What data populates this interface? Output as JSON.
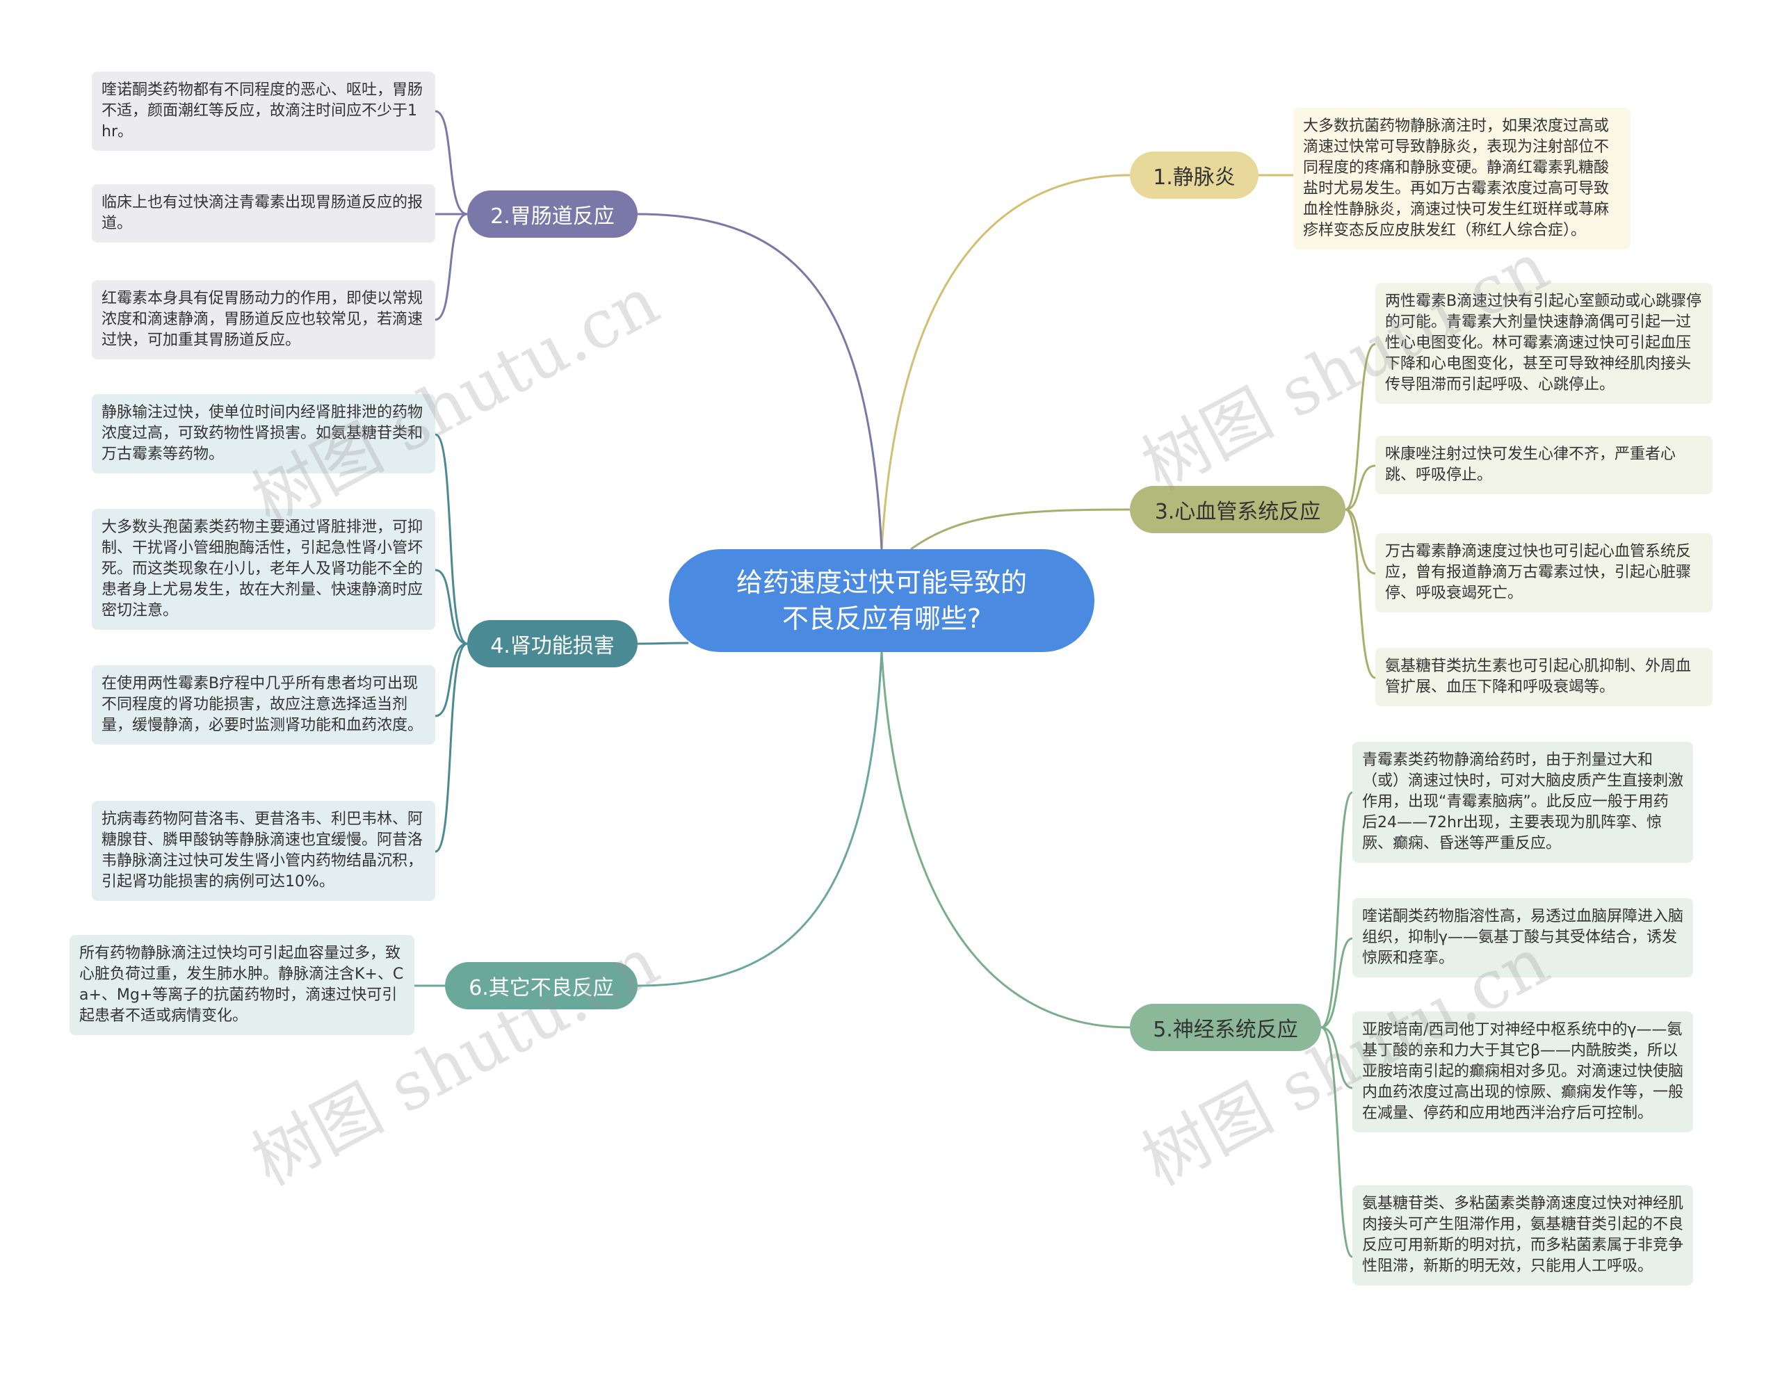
{
  "root": {
    "line1": "给药速度过快可能导致的",
    "line2": "不良反应有哪些?"
  },
  "branches": {
    "b1": {
      "label": "1.静脉炎",
      "color": "#e8d89a",
      "line": "#d2bf72",
      "leaf_bg": "#fbf8e6"
    },
    "b2": {
      "label": "2.胃肠道反应",
      "color": "#7a78a8",
      "text": "#ffffff",
      "line": "#7a78a8",
      "leaf_bg": "#ebebf0"
    },
    "b3": {
      "label": "3.心血管系统反应",
      "color": "#b3b97a",
      "line": "#a8ae6c",
      "leaf_bg": "#f3f4e8"
    },
    "b4": {
      "label": "4.肾功能损害",
      "color": "#4a8a94",
      "text": "#ffffff",
      "line": "#4a8a94",
      "leaf_bg": "#e3eef0"
    },
    "b5": {
      "label": "5.神经系统反应",
      "color": "#8ab898",
      "line": "#7aae8a",
      "leaf_bg": "#e7f1ea"
    },
    "b6": {
      "label": "6.其它不良反应",
      "color": "#6aa89a",
      "text": "#ffffff",
      "line": "#6aa89a",
      "leaf_bg": "#e3efec"
    }
  },
  "leaves": {
    "b1_0": "大多数抗菌药物静脉滴注时，如果浓度过高或滴速过快常可导致静脉炎，表现为注射部位不同程度的疼痛和静脉变硬。静滴红霉素乳糖酸盐时尤易发生。再如万古霉素浓度过高可导致血栓性静脉炎，滴速过快可发生红斑样或荨麻疹样变态反应皮肤发红（称红人综合症）。",
    "b2_0": "喹诺酮类药物都有不同程度的恶心、呕吐，胃肠不适，颜面潮红等反应，故滴注时间应不少于1hr。",
    "b2_1": "临床上也有过快滴注青霉素出现胃肠道反应的报道。",
    "b2_2": "红霉素本身具有促胃肠动力的作用，即使以常规浓度和滴速静滴，胃肠道反应也较常见，若滴速过快，可加重其胃肠道反应。",
    "b3_0": "两性霉素B滴速过快有引起心室颤动或心跳骤停的可能。青霉素大剂量快速静滴偶可引起一过性心电图变化。林可霉素滴速过快可引起血压下降和心电图变化，甚至可导致神经肌肉接头传导阻滞而引起呼吸、心跳停止。",
    "b3_1": "咪康唑注射过快可发生心律不齐，严重者心跳、呼吸停止。",
    "b3_2": "万古霉素静滴速度过快也可引起心血管系统反应，曾有报道静滴万古霉素过快，引起心脏骤停、呼吸衰竭死亡。",
    "b3_3": "氨基糖苷类抗生素也可引起心肌抑制、外周血管扩展、血压下降和呼吸衰竭等。",
    "b4_0": "静脉输注过快，使单位时间内经肾脏排泄的药物浓度过高，可致药物性肾损害。如氨基糖苷类和万古霉素等药物。",
    "b4_1": "大多数头孢菌素类药物主要通过肾脏排泄，可抑制、干扰肾小管细胞酶活性，引起急性肾小管坏死。而这类现象在小儿，老年人及肾功能不全的患者身上尤易发生，故在大剂量、快速静滴时应密切注意。",
    "b4_2": "在使用两性霉素B疗程中几乎所有患者均可出现不同程度的肾功能损害，故应注意选择适当剂量，缓慢静滴，必要时监测肾功能和血药浓度。",
    "b4_3": "抗病毒药物阿昔洛韦、更昔洛韦、利巴韦林、阿糖腺苷、膦甲酸钠等静脉滴速也宜缓慢。阿昔洛韦静脉滴注过快可发生肾小管内药物结晶沉积，引起肾功能损害的病例可达10%。",
    "b5_0": "青霉素类药物静滴给药时，由于剂量过大和（或）滴速过快时，可对大脑皮质产生直接刺激作用，出现“青霉素脑病”。此反应一般于用药后24——72hr出现，主要表现为肌阵挛、惊厥、癫痫、昏迷等严重反应。",
    "b5_1": "喹诺酮类药物脂溶性高，易透过血脑屏障进入脑组织，抑制γ——氨基丁酸与其受体结合，诱发惊厥和痉挛。",
    "b5_2": "亚胺培南/西司他丁对神经中枢系统中的γ——氨基丁酸的亲和力大于其它β——内酰胺类，所以亚胺培南引起的癫痫相对多见。对滴速过快使脑内血药浓度过高出现的惊厥、癫痫发作等，一般在减量、停药和应用地西泮治疗后可控制。",
    "b5_3": "氨基糖苷类、多粘菌素类静滴速度过快对神经肌肉接头可产生阻滞作用，氨基糖苷类引起的不良反应可用新斯的明对抗，而多粘菌素属于非竞争性阻滞，新斯的明无效，只能用人工呼吸。",
    "b6_0": "所有药物静脉滴注过快均可引起血容量过多，致心脏负荷过重，发生肺水肿。静脉滴注含K+、Ca+、Mg+等离子的抗菌药物时，滴速过快可引起患者不适或病情变化。"
  },
  "watermark": "树图 shutu.cn"
}
